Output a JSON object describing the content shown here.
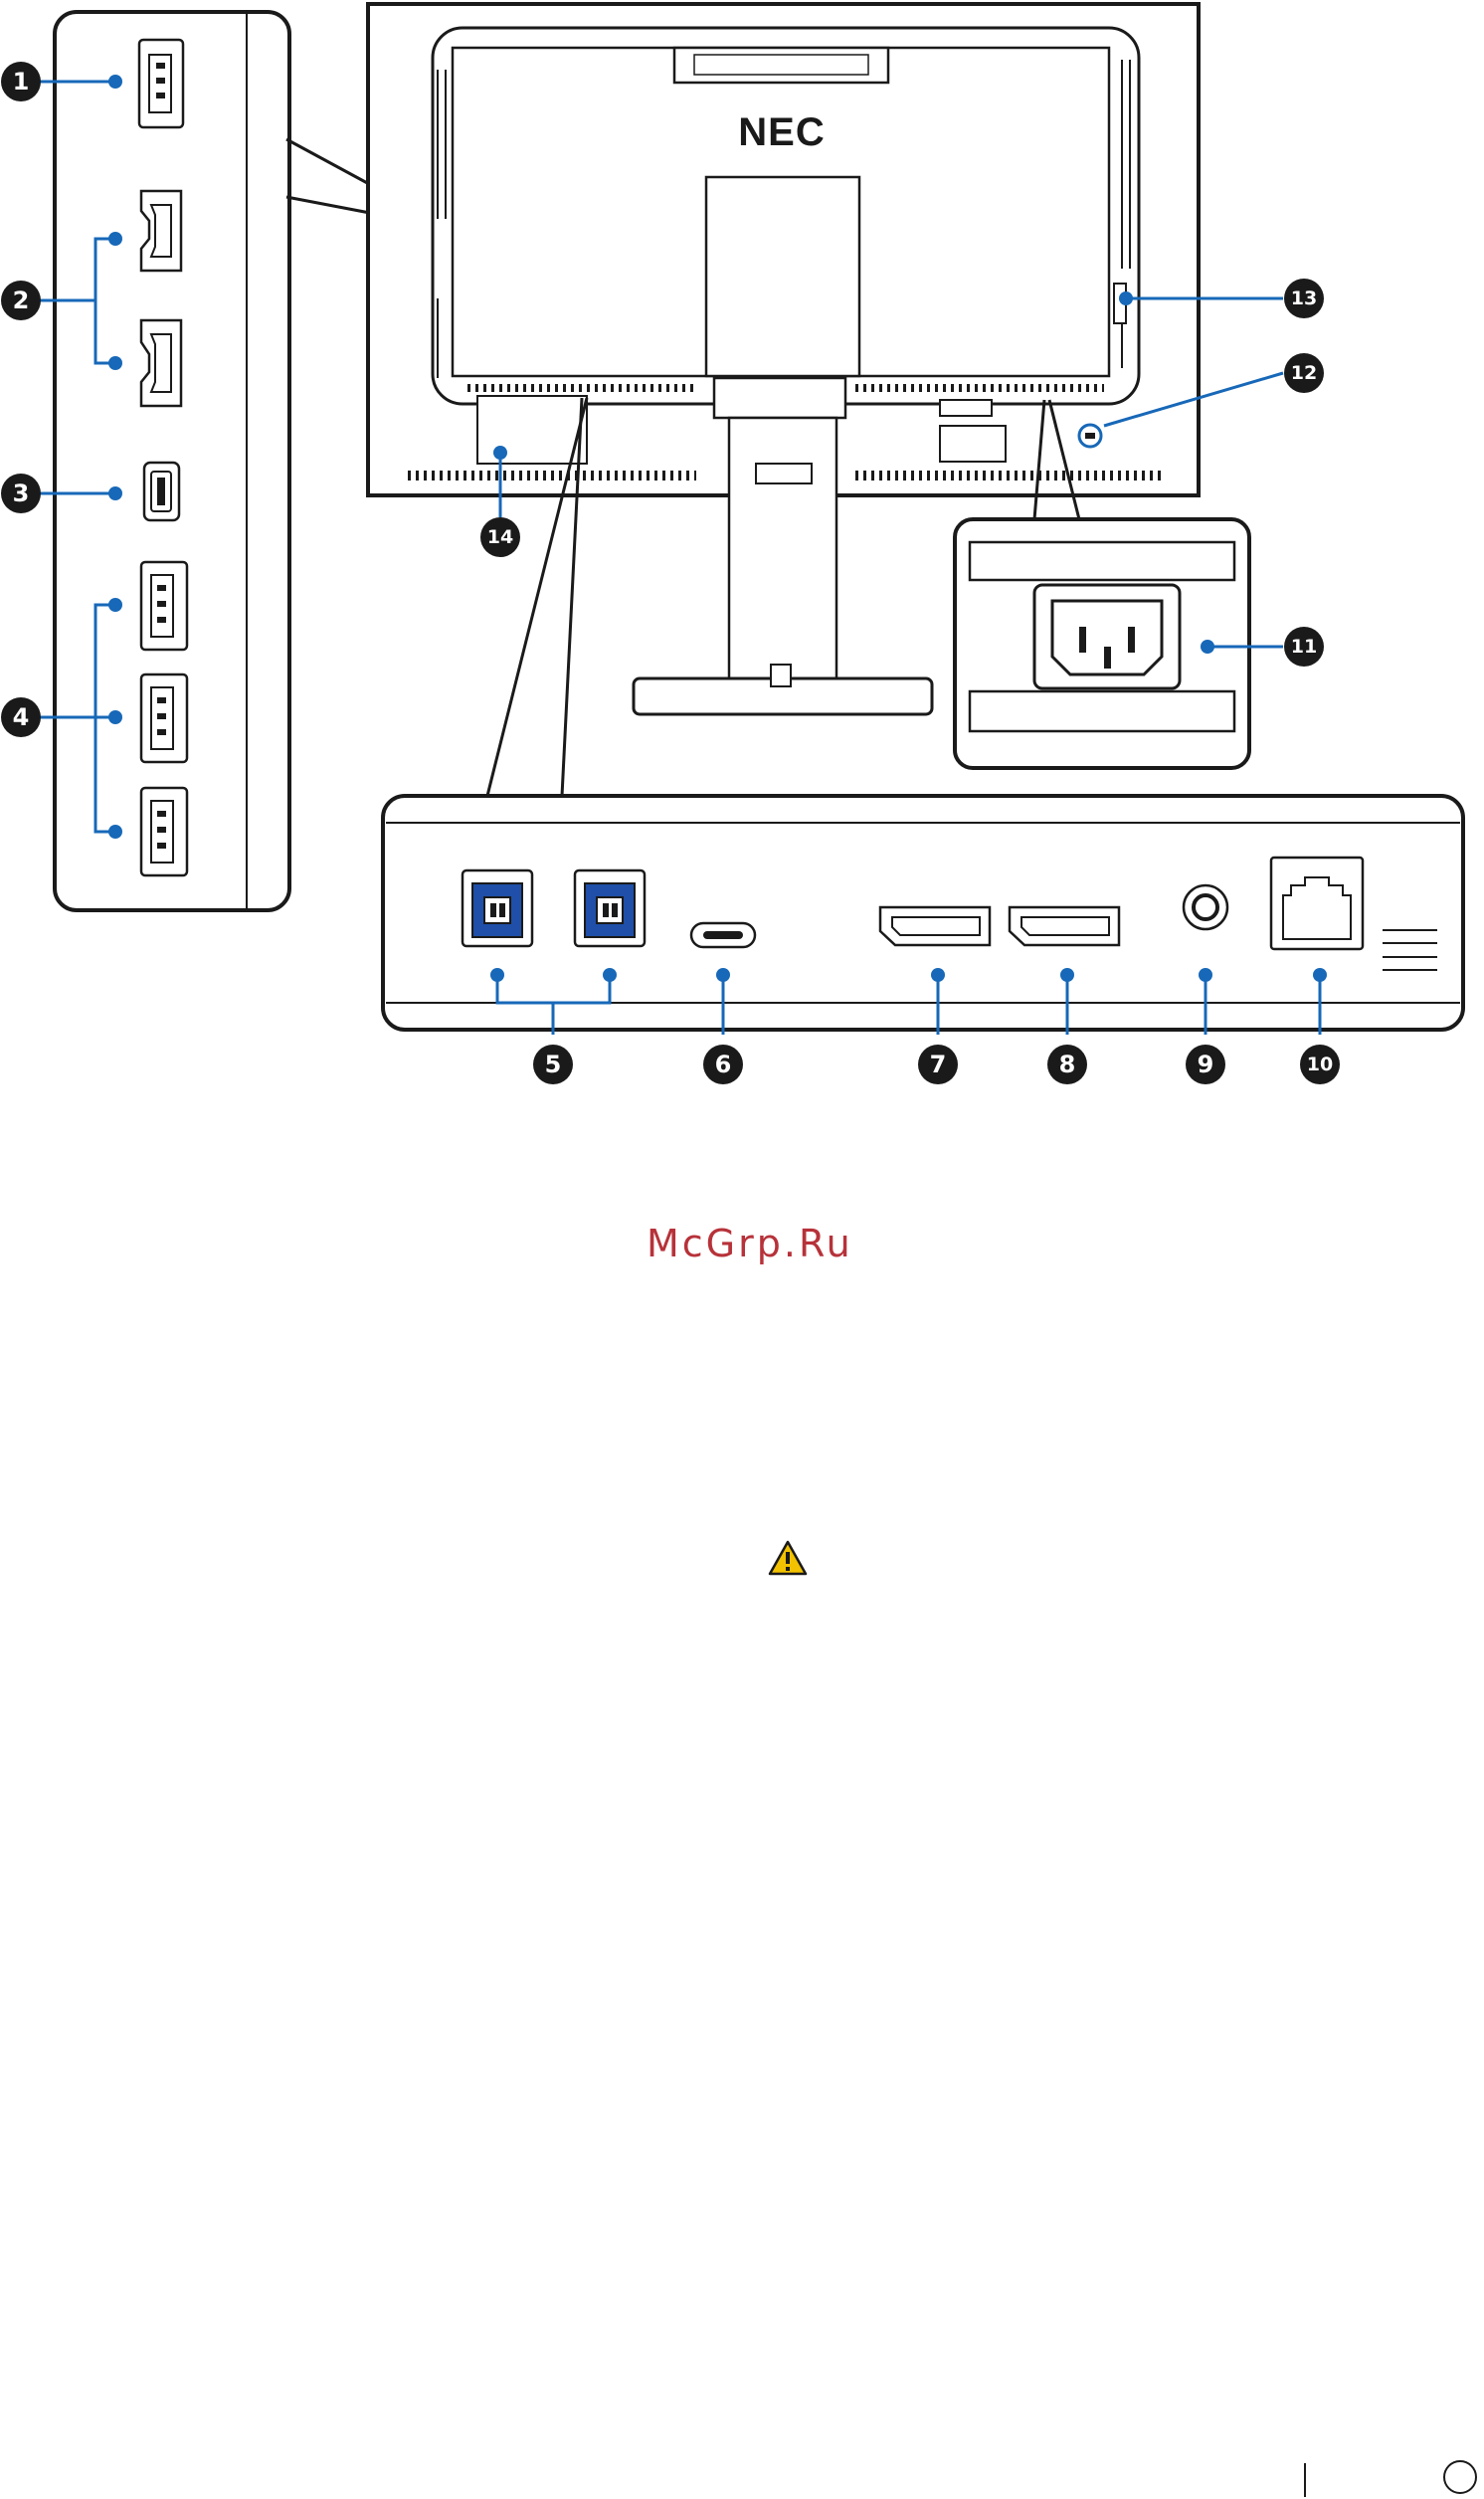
{
  "brand": {
    "logo_text": "NEC"
  },
  "callouts": {
    "c1": "1",
    "c2": "2",
    "c3": "3",
    "c4": "4",
    "c5": "5",
    "c6": "6",
    "c7": "7",
    "c8": "8",
    "c9": "9",
    "c10": "10",
    "c11": "11",
    "c12": "12",
    "c13": "13",
    "c14": "14"
  },
  "watermark": {
    "text": "McGrp.Ru"
  },
  "warning": {
    "icon": "warning-triangle-icon",
    "color": "#f2c200"
  },
  "colors": {
    "leader_blue": "#1768b8",
    "usb3_blue": "#1f4fa8",
    "outline": "#1a1a1a"
  }
}
